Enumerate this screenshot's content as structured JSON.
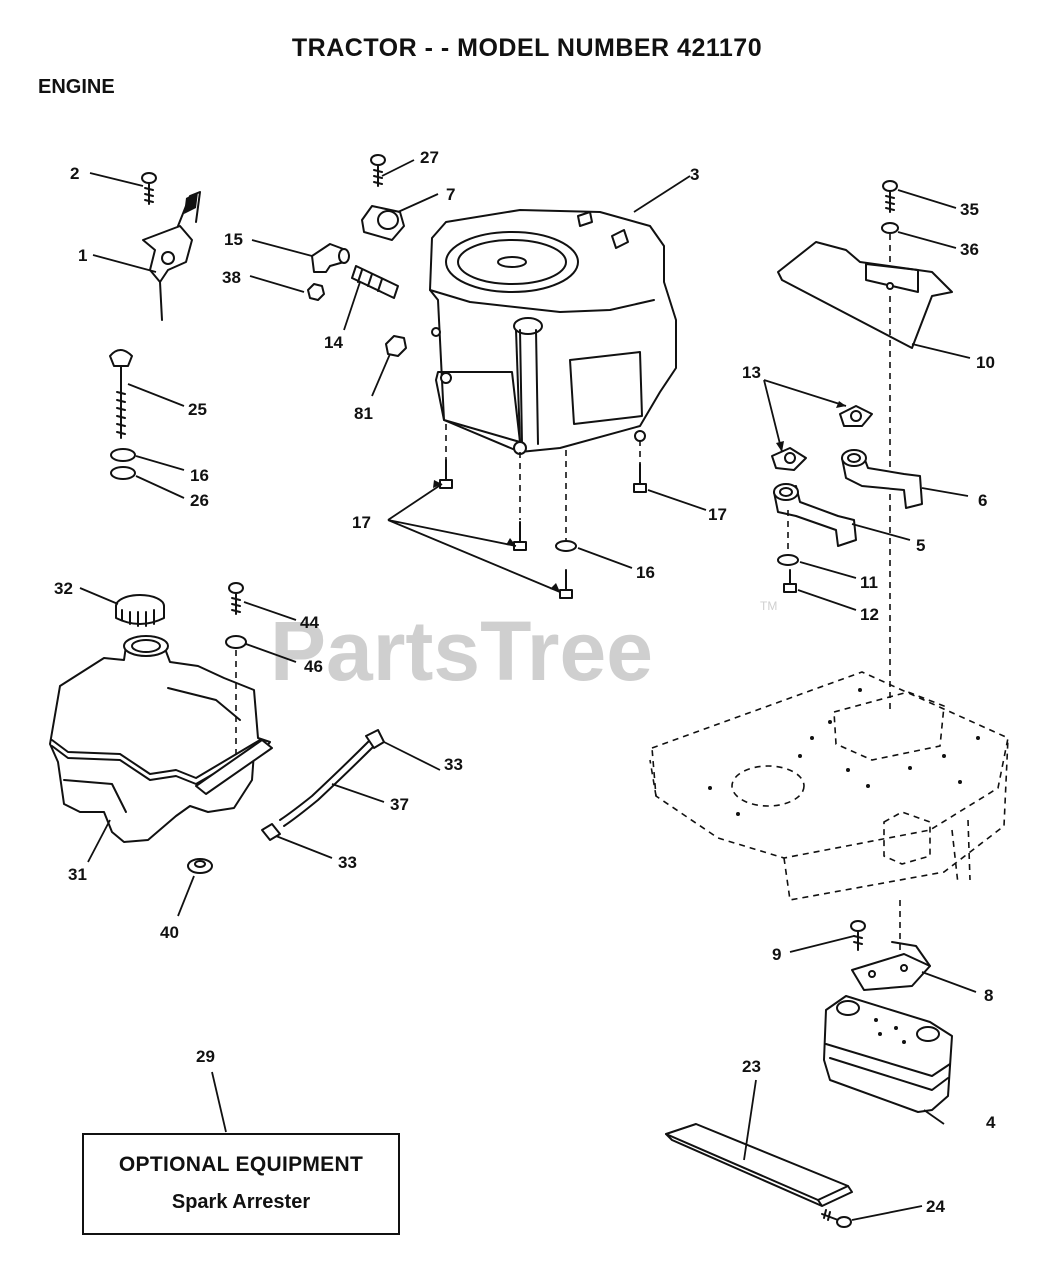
{
  "header": {
    "title": "TRACTOR - - MODEL NUMBER 421170",
    "section": "ENGINE"
  },
  "watermark": {
    "text": "PartsTree",
    "tm": "TM"
  },
  "callouts": [
    {
      "id": "c1",
      "label": "1"
    },
    {
      "id": "c2",
      "label": "2"
    },
    {
      "id": "c3",
      "label": "3"
    },
    {
      "id": "c4",
      "label": "4"
    },
    {
      "id": "c5",
      "label": "5"
    },
    {
      "id": "c6",
      "label": "6"
    },
    {
      "id": "c7",
      "label": "7"
    },
    {
      "id": "c8",
      "label": "8"
    },
    {
      "id": "c9",
      "label": "9"
    },
    {
      "id": "c10",
      "label": "10"
    },
    {
      "id": "c11",
      "label": "11"
    },
    {
      "id": "c12",
      "label": "12"
    },
    {
      "id": "c13",
      "label": "13"
    },
    {
      "id": "c14",
      "label": "14"
    },
    {
      "id": "c15",
      "label": "15"
    },
    {
      "id": "c16a",
      "label": "16"
    },
    {
      "id": "c16b",
      "label": "16"
    },
    {
      "id": "c17a",
      "label": "17"
    },
    {
      "id": "c17b",
      "label": "17"
    },
    {
      "id": "c23",
      "label": "23"
    },
    {
      "id": "c24",
      "label": "24"
    },
    {
      "id": "c25",
      "label": "25"
    },
    {
      "id": "c26",
      "label": "26"
    },
    {
      "id": "c27",
      "label": "27"
    },
    {
      "id": "c29",
      "label": "29"
    },
    {
      "id": "c31",
      "label": "31"
    },
    {
      "id": "c32",
      "label": "32"
    },
    {
      "id": "c33a",
      "label": "33"
    },
    {
      "id": "c33b",
      "label": "33"
    },
    {
      "id": "c35",
      "label": "35"
    },
    {
      "id": "c36",
      "label": "36"
    },
    {
      "id": "c37",
      "label": "37"
    },
    {
      "id": "c38",
      "label": "38"
    },
    {
      "id": "c40",
      "label": "40"
    },
    {
      "id": "c44",
      "label": "44"
    },
    {
      "id": "c46",
      "label": "46"
    },
    {
      "id": "c81",
      "label": "81"
    }
  ],
  "optional_equipment": {
    "heading": "OPTIONAL EQUIPMENT",
    "item": "Spark Arrester"
  }
}
